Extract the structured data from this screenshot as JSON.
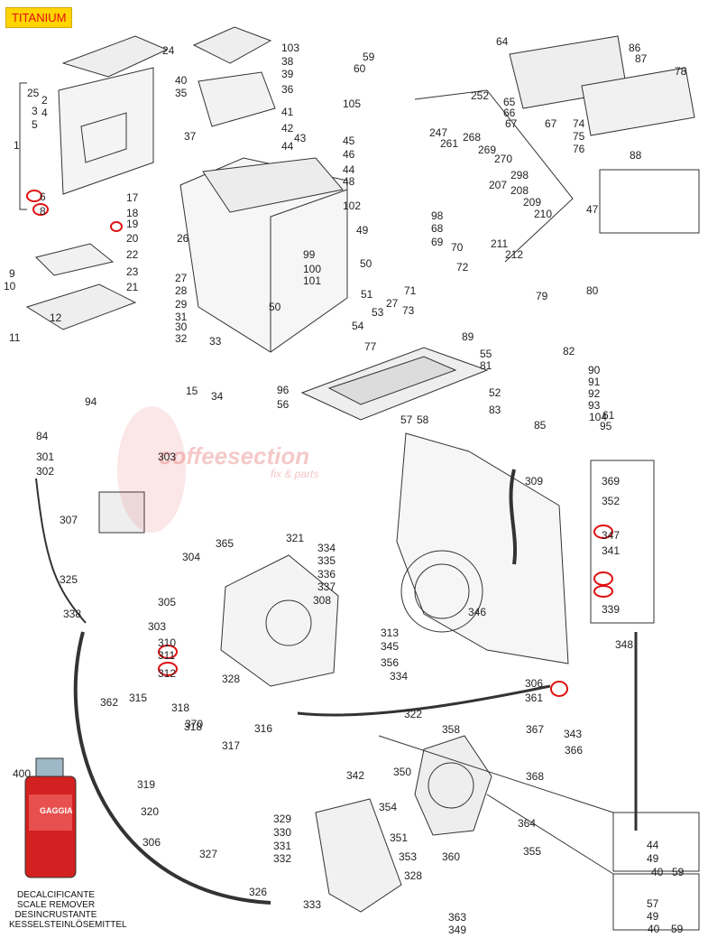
{
  "model_tag": "TITANIUM",
  "watermark": {
    "brand": "coffeesection",
    "sub": "fix & parts"
  },
  "product": {
    "number": "400",
    "brand": "GAGGIA",
    "product_name": "Decalcificante",
    "caption": [
      "DECALCIFICANTE",
      "SCALE REMOVER",
      "DESINCRUSTANTE",
      "KESSELSTEINLÖSEMITTEL"
    ]
  },
  "labels": [
    "24",
    "25",
    "2",
    "3",
    "4",
    "5",
    "1",
    "6",
    "8",
    "103",
    "38",
    "39",
    "40",
    "35",
    "36",
    "41",
    "42",
    "37",
    "44",
    "43",
    "45",
    "46",
    "44",
    "48",
    "59",
    "60",
    "105",
    "64",
    "86",
    "87",
    "78",
    "65",
    "66",
    "67",
    "67",
    "74",
    "75",
    "76",
    "88",
    "252",
    "247",
    "261",
    "268",
    "269",
    "270",
    "298",
    "207",
    "208",
    "209",
    "210",
    "211",
    "212",
    "47",
    "17",
    "18",
    "19",
    "20",
    "22",
    "23",
    "26",
    "102",
    "98",
    "68",
    "69",
    "70",
    "49",
    "50",
    "99",
    "100",
    "101",
    "51",
    "9",
    "10",
    "11",
    "12",
    "21",
    "27",
    "28",
    "29",
    "31",
    "30",
    "32",
    "33",
    "50",
    "53",
    "27",
    "73",
    "54",
    "71",
    "72",
    "79",
    "80",
    "89",
    "77",
    "55",
    "81",
    "82",
    "90",
    "91",
    "92",
    "93",
    "104",
    "52",
    "83",
    "85",
    "61",
    "95",
    "94",
    "15",
    "34",
    "96",
    "56",
    "57",
    "58",
    "84",
    "301",
    "302",
    "303",
    "369",
    "352",
    "347",
    "341",
    "307",
    "304",
    "308",
    "339",
    "325",
    "305",
    "309",
    "365",
    "321",
    "334",
    "335",
    "336",
    "337",
    "338",
    "303",
    "310",
    "311",
    "312",
    "313",
    "345",
    "346",
    "356",
    "334",
    "348",
    "328",
    "322",
    "306",
    "361",
    "362",
    "315",
    "318",
    "370",
    "316",
    "317",
    "358",
    "367",
    "343",
    "366",
    "368",
    "318",
    "319",
    "400",
    "320",
    "342",
    "350",
    "329",
    "330",
    "331",
    "332",
    "354",
    "351",
    "364",
    "327",
    "326",
    "333",
    "353",
    "328",
    "360",
    "355",
    "306",
    "363",
    "349",
    "44",
    "49",
    "40",
    "59",
    "57",
    "49",
    "40",
    "59"
  ],
  "icons": [
    "diagram-frame"
  ]
}
